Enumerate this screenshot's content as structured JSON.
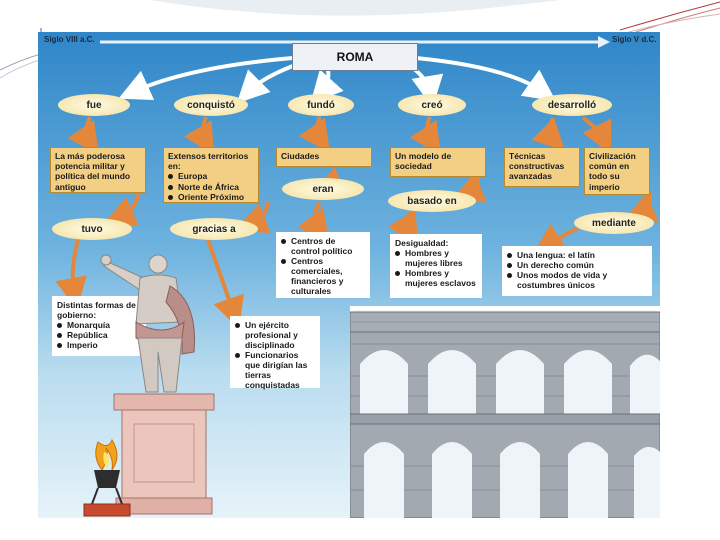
{
  "timeline": {
    "start": "Siglo VIII a.C.",
    "end": "Siglo V d.C."
  },
  "title": "ROMA",
  "verbs": {
    "fue": "fue",
    "conquisto": "conquistó",
    "fundo": "fundó",
    "creo": "creó",
    "desarrollo": "desarrolló",
    "tuvo": "tuvo",
    "gracias_a": "gracias a",
    "eran": "eran",
    "basado_en": "basado en",
    "mediante": "mediante"
  },
  "boxes": {
    "fue": "La más poderosa potencia militar y política del mundo antiguo",
    "conquisto": {
      "heading": "Extensos territorios en:",
      "items": [
        "Europa",
        "Norte de África",
        "Oriente Próximo"
      ]
    },
    "fundo": "Ciudades",
    "creo": "Un modelo de sociedad",
    "tecnicas": "Técnicas constructivas avanzadas",
    "civilizacion": "Civilización común en todo su imperio"
  },
  "lists": {
    "gobierno": {
      "heading": "Distintas formas de gobierno:",
      "items": [
        "Monarquía",
        "República",
        "Imperio"
      ]
    },
    "ejercito": {
      "items": [
        "Un ejército profesional y disciplinado",
        "Funcionarios que dirigían las tierras conquistadas"
      ]
    },
    "ciudades": {
      "items": [
        "Centros de control político",
        "Centros comerciales, financieros y culturales"
      ]
    },
    "desigualdad": {
      "heading": "Desigualdad:",
      "items": [
        "Hombres y mujeres libres",
        "Hombres y mujeres esclavos"
      ]
    },
    "civilizacion": {
      "items": [
        "Una lengua: el latín",
        "Un derecho común",
        "Unos modos de vida y costumbres únicos"
      ]
    }
  }
}
